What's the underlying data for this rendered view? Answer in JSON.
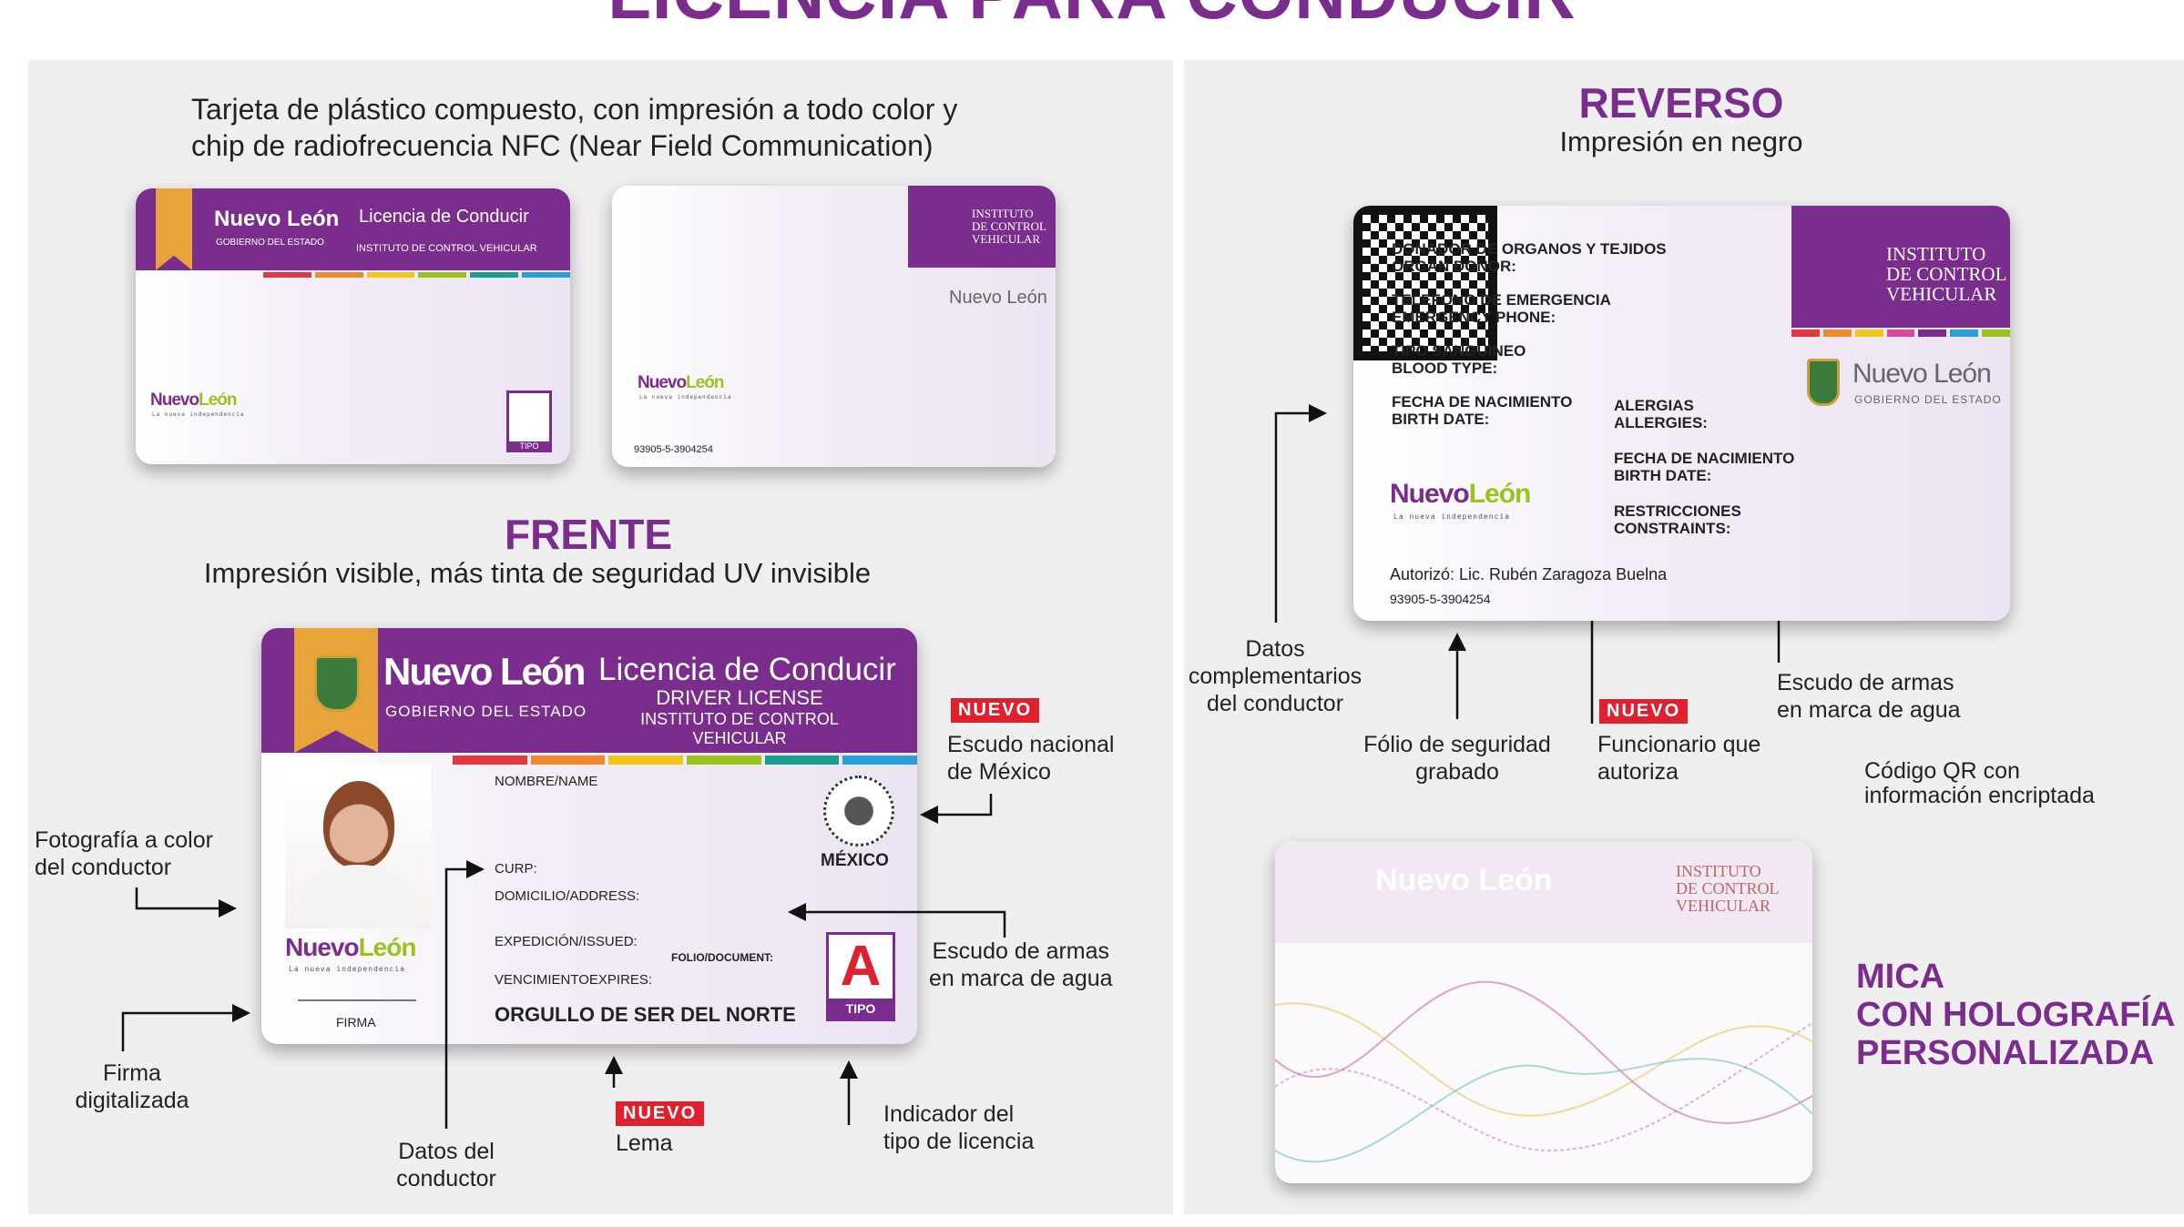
{
  "title": "LICENCIA PARA CONDUCIR",
  "intro": [
    "Tarjeta de plástico compuesto, con impresión a todo color y",
    "chip de radiofrecuencia NFC (Near Field Communication)"
  ],
  "colors": {
    "purple": "#7b2d8e",
    "gold": "#e8a33a",
    "red": "#e01f2f",
    "stripes": [
      "#e03a3e",
      "#f08a2e",
      "#f2c51a",
      "#9bc31d",
      "#1a9f8f",
      "#2a9fd8"
    ]
  },
  "card": {
    "brand": "Nuevo León",
    "gov": "GOBIERNO DEL ESTADO",
    "license": "Licencia de Conducir",
    "driver": "DRIVER LICENSE",
    "institute": "INSTITUTO DE CONTROL VEHICULAR",
    "institute_logo": [
      "INSTITUTO",
      "DE CONTROL",
      "VEHICULAR"
    ],
    "tipo": "TIPO",
    "tipo_value": "A",
    "serial": "93905-5-3904254",
    "logo_left": "Nuevo",
    "logo_right": "León",
    "tagline": "La nueva independencia"
  },
  "front": {
    "heading": "FRENTE",
    "subtitle": "Impresión visible, más tinta de seguridad UV invisible",
    "fields": {
      "name": "NOMBRE/NAME",
      "curp": "CURP:",
      "address": "DOMICILIO/ADDRESS:",
      "issued": "EXPEDICIÓN/ISSUED:",
      "folio": "FOLIO/DOCUMENT:",
      "expires": "VENCIMIENTOEXPIRES:",
      "firma": "FIRMA",
      "mexico": "MÉXICO"
    },
    "motto": "ORGULLO DE SER DEL NORTE",
    "notes": {
      "escudo_nacional": [
        "Escudo nacional",
        "de México"
      ],
      "foto": [
        "Fotografía a color",
        "del conductor"
      ],
      "firma": [
        "Firma",
        "digitalizada"
      ],
      "datos": [
        "Datos del",
        "conductor"
      ],
      "lema": "Lema",
      "tipo": [
        "Indicador del",
        "tipo de licencia"
      ],
      "escudo_agua": [
        "Escudo de armas",
        "en marca de agua"
      ]
    },
    "new_badge": "NUEVO"
  },
  "back": {
    "heading": "REVERSO",
    "subtitle": "Impresión en negro",
    "fields": [
      [
        "DONADOR DE ORGANOS Y TEJIDOS",
        "ORGAN DONOR:"
      ],
      [
        "TELEFONO DE EMERGENCIA",
        "EMERGENCY PHONE:"
      ],
      [
        "TIPO SANGUINEO",
        "BLOOD TYPE:"
      ],
      [
        "FECHA DE NACIMIENTO",
        "BIRTH DATE:"
      ]
    ],
    "fields_right": [
      [
        "ALERGIAS",
        "ALLERGIES:"
      ],
      [
        "FECHA DE NACIMIENTO",
        "BIRTH DATE:"
      ],
      [
        "RESTRICCIONES",
        "CONSTRAINTS:"
      ]
    ],
    "authorized": "Autorizó: Lic. Rubén Zaragoza Buelna",
    "notes": {
      "datos": [
        "Datos",
        "complementarios",
        "del conductor"
      ],
      "folio": [
        "Fólio de seguridad",
        "grabado"
      ],
      "funcionario": [
        "Funcionario que",
        "autoriza"
      ],
      "escudo": [
        "Escudo de armas",
        "en marca de agua"
      ],
      "qr": [
        "Código QR con",
        "información encriptada"
      ]
    },
    "new_badge": "NUEVO"
  },
  "mica": {
    "lines": [
      "MICA",
      "CON HOLOGRAFÍA",
      "PERSONALIZADA"
    ]
  }
}
